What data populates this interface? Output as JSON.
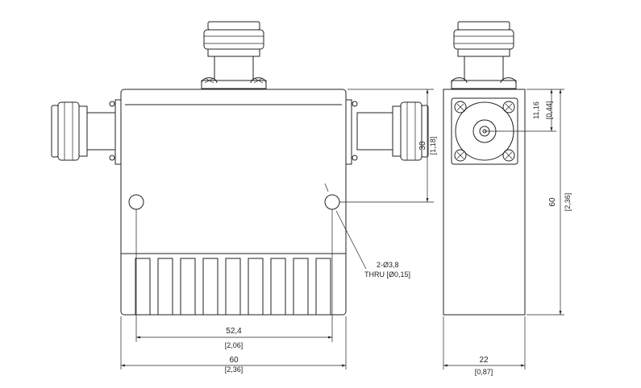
{
  "dimensions": {
    "height_side_mm": "30",
    "height_side_in": "[1,18]",
    "hole_spacing_mm": "52,4",
    "hole_spacing_in": "[2,06]",
    "width_mm": "60",
    "width_in": "[2,36]",
    "depth_mm": "22",
    "depth_in": "[0,87]",
    "length_mm": "60",
    "length_in": "[2,36]",
    "port_offset_mm": "11,16",
    "port_offset_in": "[0,44]"
  },
  "callout": {
    "holes": "2-Ø3,8",
    "thru": "THRU  [Ø0,15]"
  },
  "icons": [
    "n-type-connector-icon",
    "mounting-screw-icon"
  ]
}
